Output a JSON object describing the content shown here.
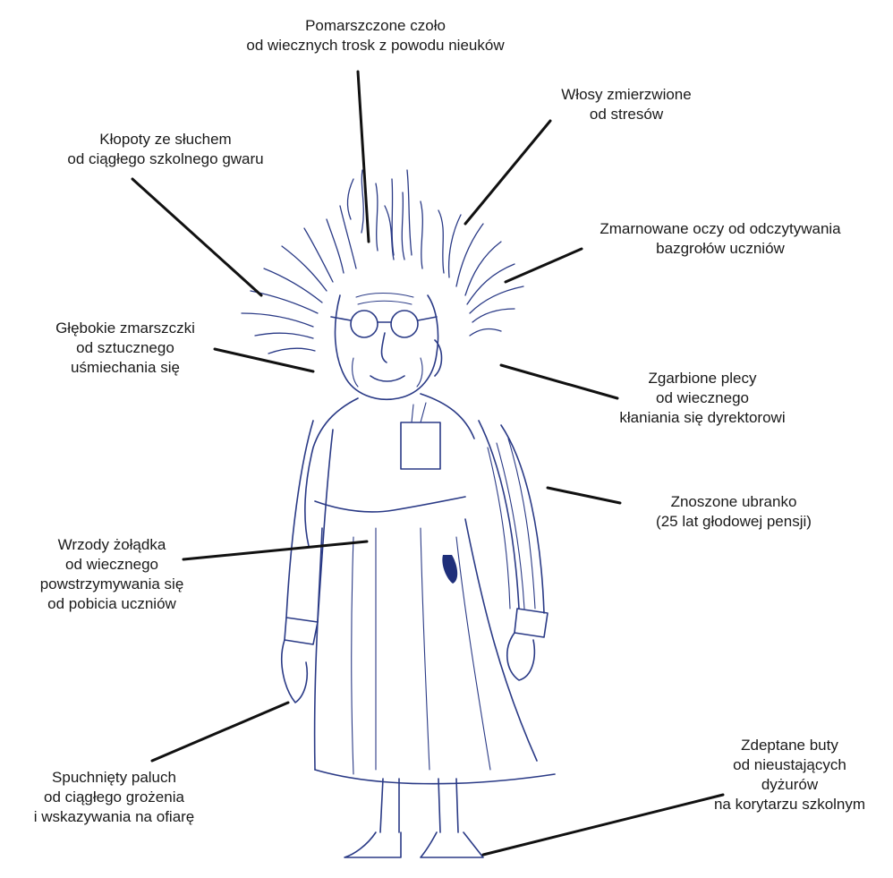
{
  "colors": {
    "ink": "#2a3a86",
    "leader": "#111111",
    "text": "#1a1a1a",
    "stain": "#1f2f7a"
  },
  "callouts": {
    "forehead": [
      "Pomarszczone czoło",
      "od wiecznych trosk z powodu nieuków"
    ],
    "hair": [
      "Włosy zmierzwione",
      "od stresów"
    ],
    "hearing": [
      "Kłopoty ze słuchem",
      "od ciągłego szkolnego gwaru"
    ],
    "eyes": [
      "Zmarnowane oczy od odczytywania",
      "bazgrołów uczniów"
    ],
    "wrinkles": [
      "Głębokie zmarszczki",
      "od sztucznego",
      "uśmiechania się"
    ],
    "back": [
      "Zgarbione plecy",
      "od wiecznego",
      "kłaniania się dyrektorowi"
    ],
    "clothes": [
      "Znoszone ubranko",
      "(25 lat głodowej pensji)"
    ],
    "stomach": [
      "Wrzody żołądka",
      "od wiecznego",
      "powstrzymywania się",
      "od pobicia uczniów"
    ],
    "finger": [
      "Spuchnięty paluch",
      "od ciągłego grożenia",
      "i wskazywania na ofiarę"
    ],
    "shoes": [
      "Zdeptane buty",
      "od nieustających",
      "dyżurów",
      "na korytarzu szkolnym"
    ]
  }
}
